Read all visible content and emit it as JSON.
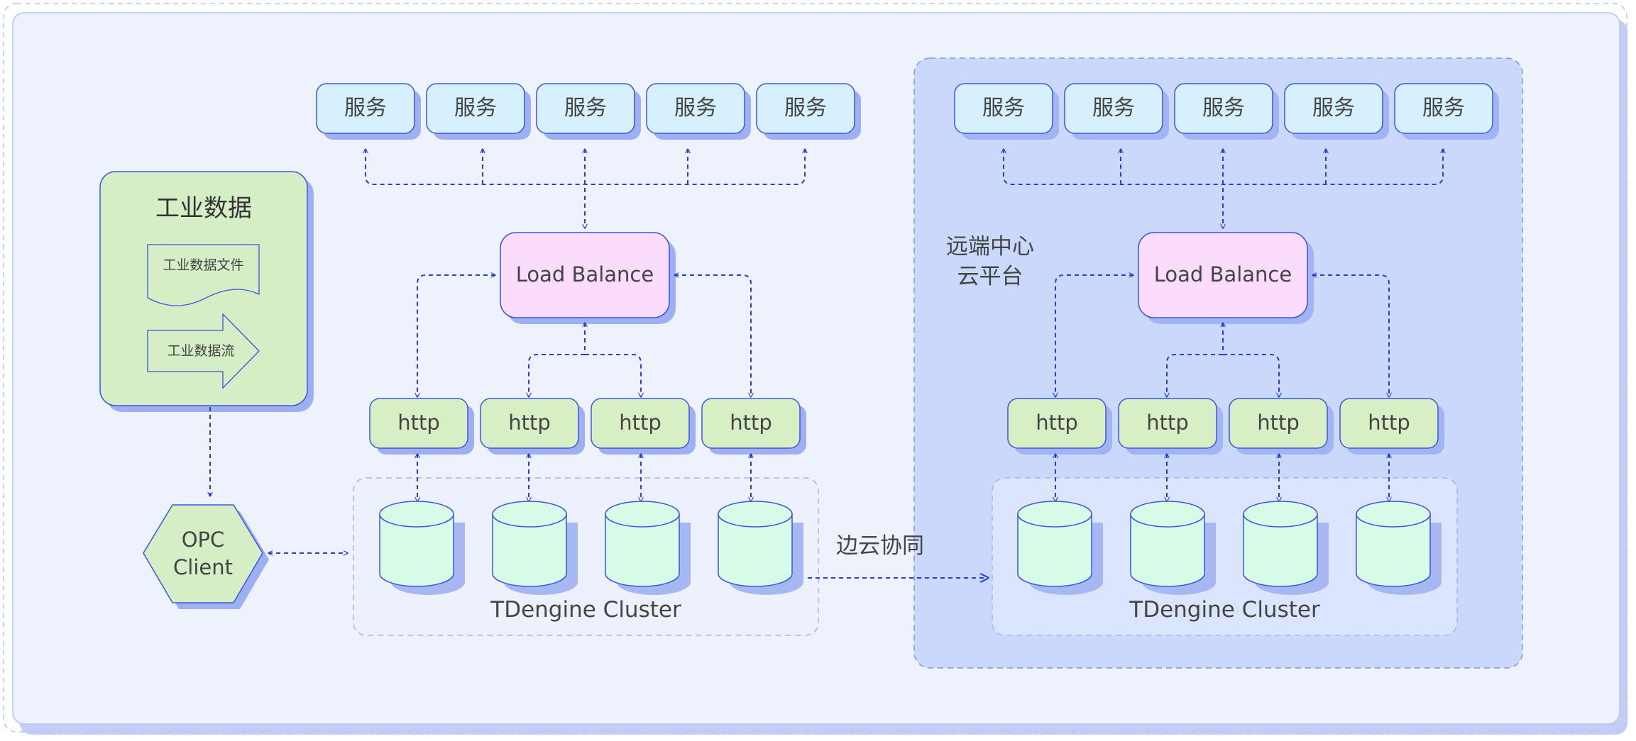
{
  "edge_site": {
    "services": [
      "服务",
      "服务",
      "服务",
      "服务",
      "服务"
    ],
    "load_balancer": "Load Balance",
    "http_nodes": [
      "http",
      "http",
      "http",
      "http"
    ],
    "cluster_label": "TDengine Cluster"
  },
  "industrial_data": {
    "title": "工业数据",
    "file_label": "工业数据文件",
    "stream_label": "工业数据流"
  },
  "opc_client": {
    "line1": "OPC",
    "line2": "Client"
  },
  "sync_label": "边云协同",
  "cloud_site": {
    "title_line1": "远端中心",
    "title_line2": "云平台",
    "services": [
      "服务",
      "服务",
      "服务",
      "服务",
      "服务"
    ],
    "load_balancer": "Load Balance",
    "http_nodes": [
      "http",
      "http",
      "http",
      "http"
    ],
    "cluster_label": "TDengine Cluster"
  },
  "colors": {
    "service_fill": "#d6f1fd",
    "load_balancer_fill": "#fcdcfd",
    "http_fill": "#d8efc5",
    "industrial_fill": "#d6eec5",
    "db_fill": "#d8fbe8",
    "stroke": "#3a56e0",
    "arrow": "#2a3ed4",
    "page_fill": "#eef2fd",
    "cloud_fill": "#c9d8fb"
  }
}
